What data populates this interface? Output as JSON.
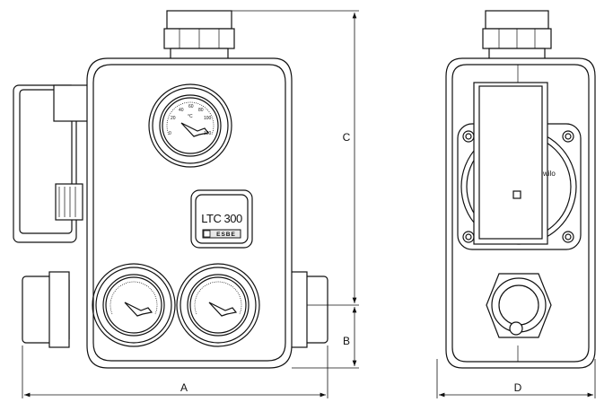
{
  "dimensions": {
    "a": "A",
    "b": "B",
    "c": "C",
    "d": "D"
  },
  "badge": {
    "model": "LTC 300",
    "brand": "ESBE"
  },
  "gauge": {
    "unit": "°C",
    "scale": [
      "0",
      "20",
      "40",
      "60",
      "80",
      "100",
      "120"
    ]
  },
  "pump_brand": "wilo"
}
